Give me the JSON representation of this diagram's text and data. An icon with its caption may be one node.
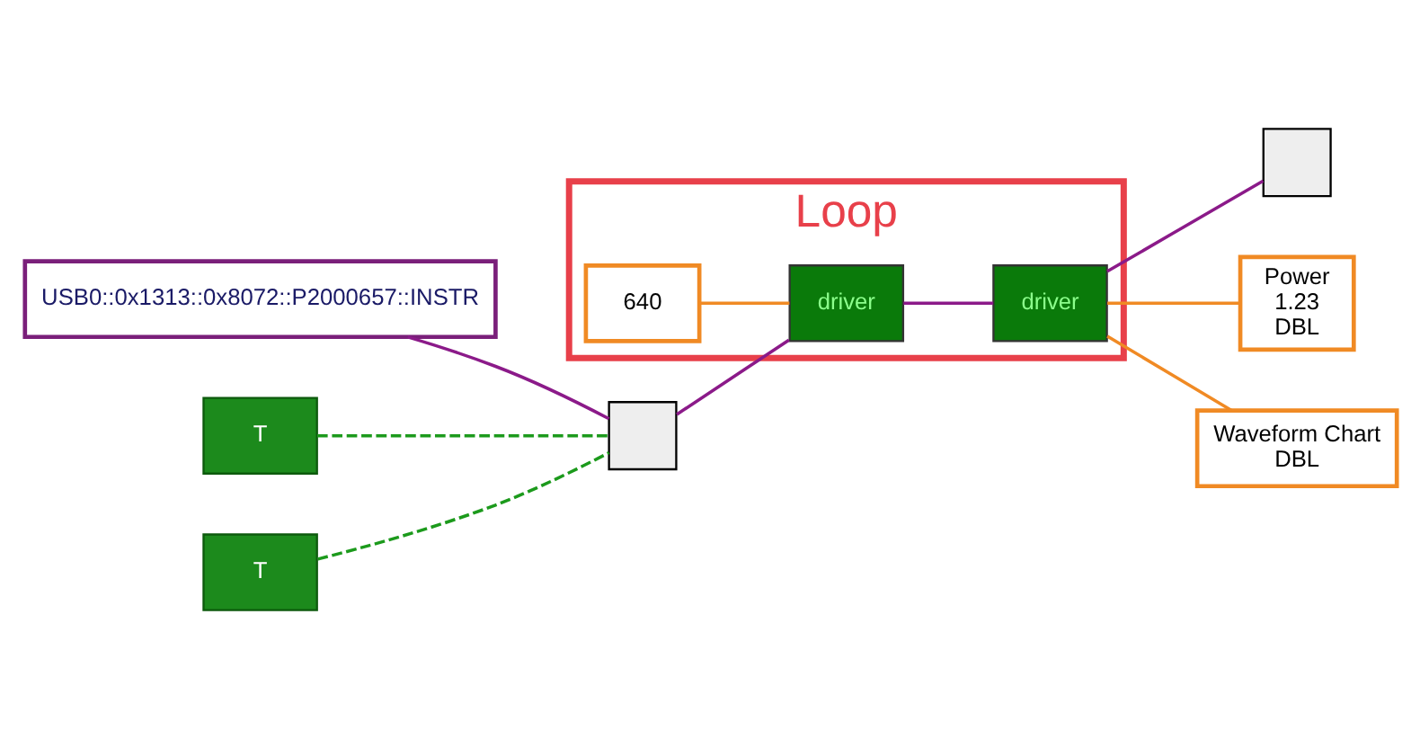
{
  "diagram": {
    "nodes": [
      {
        "text": [
          "Loop"
        ]
      },
      {
        "text": [
          "USB0::0x1313::0x8072::P2000657::INSTR"
        ]
      },
      {
        "text": [
          "T"
        ]
      },
      {
        "text": [
          "T"
        ]
      },
      {
        "text": [],
        "shape": "box"
      },
      {
        "text": [
          "640"
        ],
        "in": 0
      },
      {
        "text": [
          "driver"
        ],
        "in": 0
      },
      {
        "text": [
          "driver"
        ],
        "in": 0
      },
      {
        "text": [],
        "shape": "box"
      },
      {
        "text": [
          "Power",
          "1.23",
          "DBL"
        ]
      },
      {
        "text": [
          "Waveform Chart",
          "DBL"
        ]
      }
    ],
    "edges": [
      {
        "from": 1,
        "to": 4,
        "arrow": "none",
        "color": "#8b1a89"
      },
      {
        "from": 2,
        "to": 4,
        "arrow": "none",
        "style": "dashed",
        "color": "#1c9a1c"
      },
      {
        "from": 3,
        "to": 4,
        "arrow": "none",
        "style": "dashed",
        "color": "#1c9a1c"
      },
      {
        "from": 4,
        "to": 6,
        "arrow": "none",
        "color": "#8b1a89"
      },
      {
        "from": 5,
        "to": 6,
        "arrow": "none",
        "color": "#f08a24"
      },
      {
        "from": 6,
        "to": 7,
        "arrow": "none",
        "color": "#8b1a89"
      },
      {
        "from": 7,
        "to": 8,
        "arrow": "none",
        "color": "#8b1a89"
      },
      {
        "from": 7,
        "to": 9,
        "arrow": "none",
        "color": "#f08a24"
      },
      {
        "from": 7,
        "to": 10,
        "arrow": "none",
        "color": "#f08a24"
      }
    ]
  }
}
